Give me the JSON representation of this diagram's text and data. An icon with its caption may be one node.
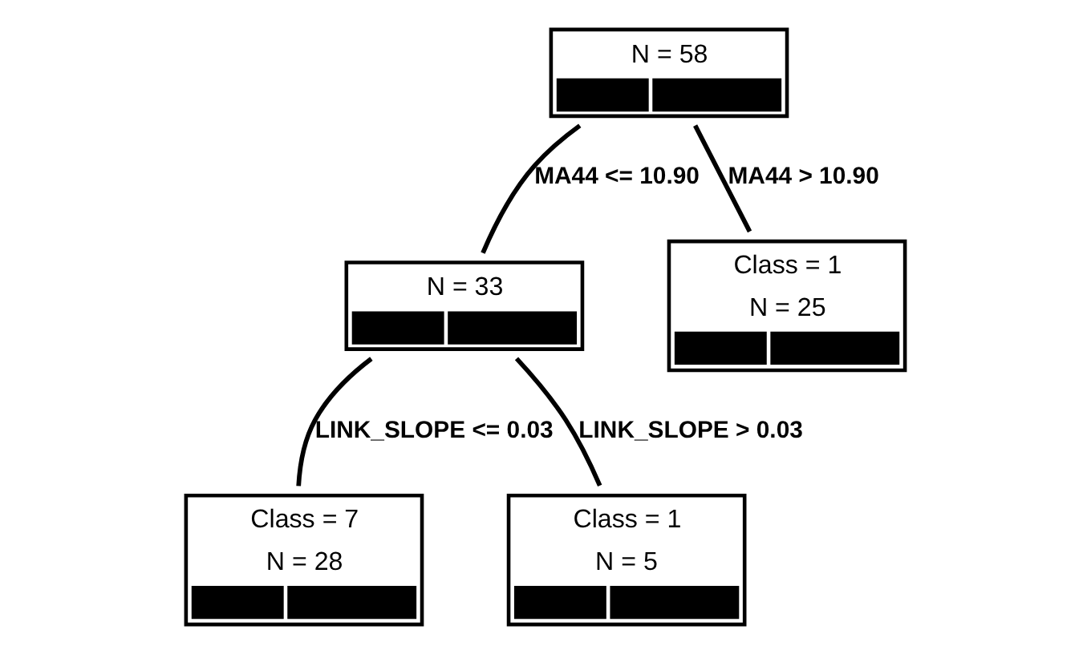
{
  "diagram": {
    "nodes": [
      {
        "text": [
          "N = 58"
        ]
      },
      {
        "text": [
          "N = 33"
        ]
      },
      {
        "text": [
          "Class = 1",
          "N = 25"
        ]
      },
      {
        "text": [
          "Class = 7",
          "N = 28"
        ]
      },
      {
        "text": [
          "Class = 1",
          "N = 5"
        ]
      }
    ],
    "edges": [
      {
        "from": 0,
        "to": 1,
        "arrow": "none",
        "label": "MA44 <= 10.90"
      },
      {
        "from": 0,
        "to": 2,
        "arrow": "none",
        "label": "MA44 > 10.90"
      },
      {
        "from": 1,
        "to": 3,
        "arrow": "none",
        "label": "LINK_SLOPE <= 0.03"
      },
      {
        "from": 1,
        "to": 4,
        "arrow": "none",
        "label": "LINK_SLOPE > 0.03"
      }
    ]
  }
}
